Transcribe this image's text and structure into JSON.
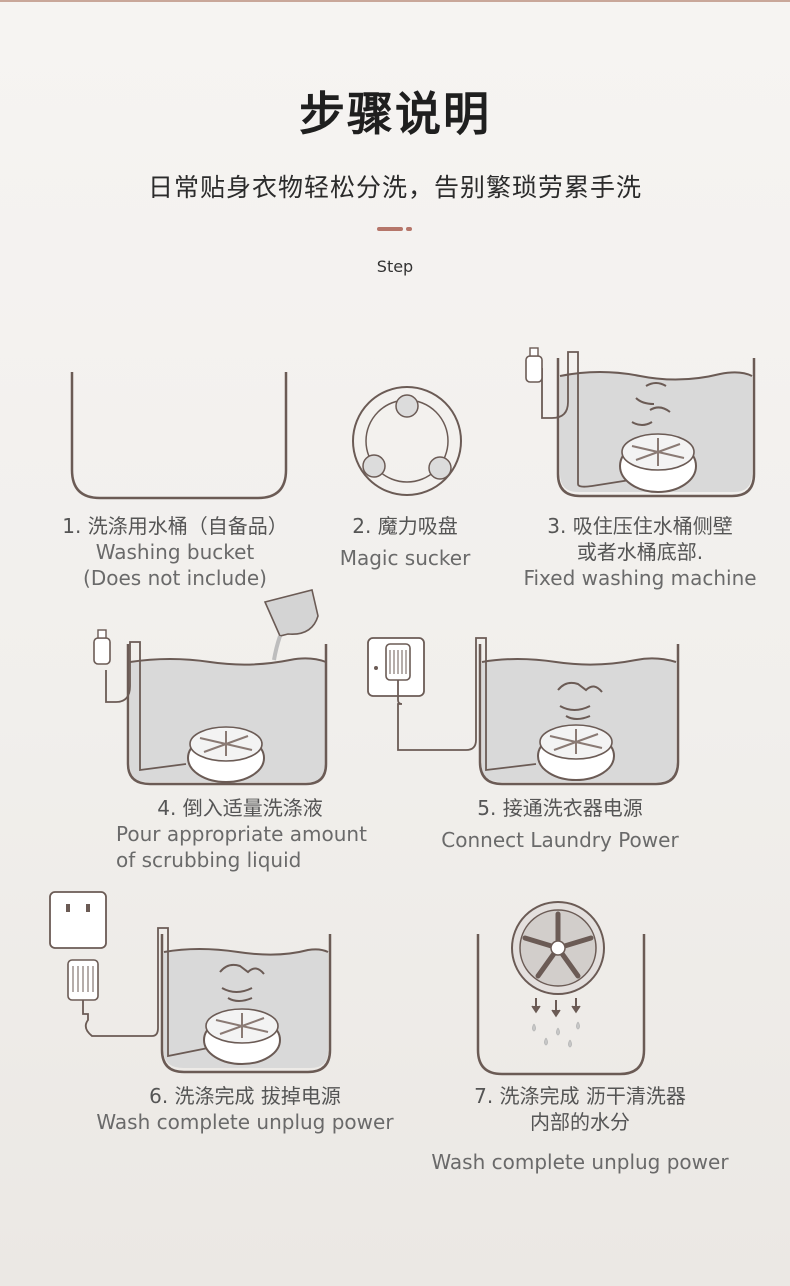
{
  "header": {
    "title": "步骤说明",
    "subtitle": "日常贴身衣物轻松分洗，告别繁琐劳累手洗",
    "section_label": "Step"
  },
  "colors": {
    "accent": "#b5766a",
    "line": "#6b5b55",
    "water": "#d9d9d9"
  },
  "steps": [
    {
      "cn": "1. 洗涤用水桶（自备品）",
      "en1": "Washing bucket",
      "en2": "(Does not include)",
      "icon": "empty-bucket-icon"
    },
    {
      "cn": "2. 魔力吸盘",
      "en1": "Magic sucker",
      "icon": "suction-cup-icon"
    },
    {
      "cn1": "3. 吸住压住水桶侧壁",
      "cn2": "或者水桶底部.",
      "en1": "Fixed washing machine",
      "icon": "washer-in-bucket-icon"
    },
    {
      "cn": "4. 倒入适量洗涤液",
      "en1": "Pour appropriate amount",
      "en2": "of scrubbing liquid",
      "icon": "pour-detergent-icon"
    },
    {
      "cn": "5. 接通洗衣器电源",
      "en1": "Connect Laundry Power",
      "icon": "power-connected-icon"
    },
    {
      "cn": "6. 洗涤完成 拔掉电源",
      "en1": "Wash complete unplug power",
      "icon": "unplug-icon"
    },
    {
      "cn1": "7. 洗涤完成 沥干清洗器",
      "cn2": "内部的水分",
      "en1": "Wash complete unplug power",
      "icon": "drain-washer-icon"
    }
  ]
}
